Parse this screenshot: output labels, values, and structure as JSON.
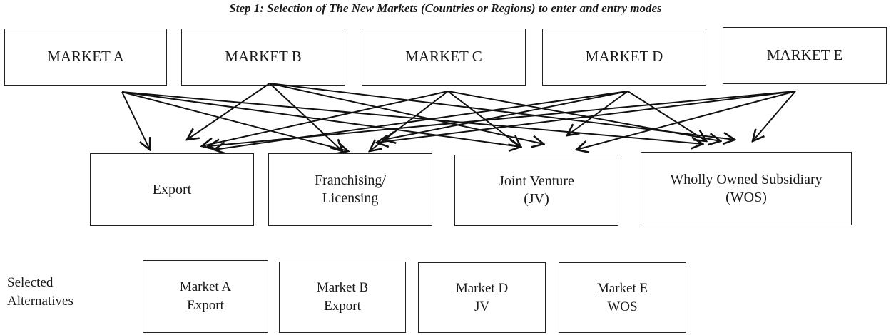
{
  "title": {
    "prefix": "Step 1",
    "rest": ": Selection of The New Markets (Countries or Regions) to enter and entry modes"
  },
  "markets": [
    {
      "label": "MARKET A"
    },
    {
      "label": "MARKET B"
    },
    {
      "label": "MARKET C"
    },
    {
      "label": "MARKET D"
    },
    {
      "label": "MARKET E"
    }
  ],
  "entry_modes": [
    {
      "line1": "Export",
      "line2": ""
    },
    {
      "line1": "Franchising/",
      "line2": "Licensing"
    },
    {
      "line1": "Joint Venture",
      "line2": "(JV)"
    },
    {
      "line1": "Wholly Owned Subsidiary",
      "line2": "(WOS)"
    }
  ],
  "selected": {
    "label_line1": "Selected",
    "label_line2": "Alternatives",
    "items": [
      {
        "market": "Market A",
        "mode": "Export"
      },
      {
        "market": "Market B",
        "mode": "Export"
      },
      {
        "market": "Market D",
        "mode": "JV"
      },
      {
        "market": "Market E",
        "mode": "WOS"
      }
    ]
  }
}
